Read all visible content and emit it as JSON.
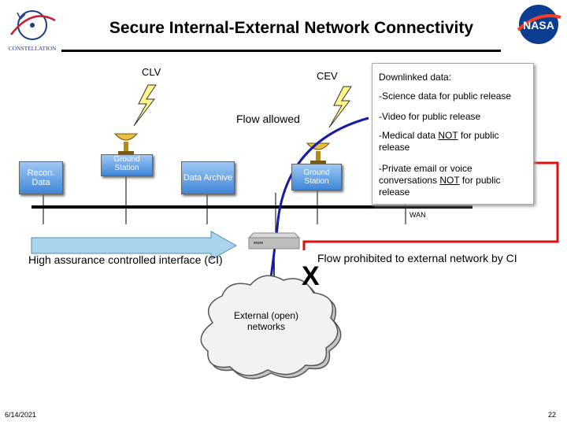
{
  "title": "Secure Internal-External Network Connectivity",
  "logos": {
    "left": "CONSTELLATION",
    "right": "NASA"
  },
  "vehicles": {
    "clv": "CLV",
    "cev": "CEV"
  },
  "flow_allowed": "Flow allowed",
  "nodes": {
    "recon": "Recon. Data",
    "ground_station_1": "Ground Station",
    "data_archive": "Data Archive",
    "ground_station_2": "Ground Station"
  },
  "wan_label": "WAN",
  "ci_label": "High assurance controlled interface (CI)",
  "prohibited_label": "Flow prohibited to external network by CI",
  "x_mark": "X",
  "cloud_label": "External (open) networks",
  "downlinked": {
    "heading": "Downlinked data:",
    "science": "-Science data for public release",
    "video": "-Video for public release",
    "medical_pre": "-Medical data ",
    "medical_not": "NOT",
    "medical_post": " for public release",
    "private_pre": "-Private email or voice conversations ",
    "private_not": "NOT",
    "private_post": " for public release"
  },
  "footer": {
    "date": "6/14/2021",
    "page": "22"
  },
  "colors": {
    "flow_allowed": "#1a1aa8",
    "flow_prohibited": "#e01010",
    "box_blue": "#3f86d8"
  }
}
